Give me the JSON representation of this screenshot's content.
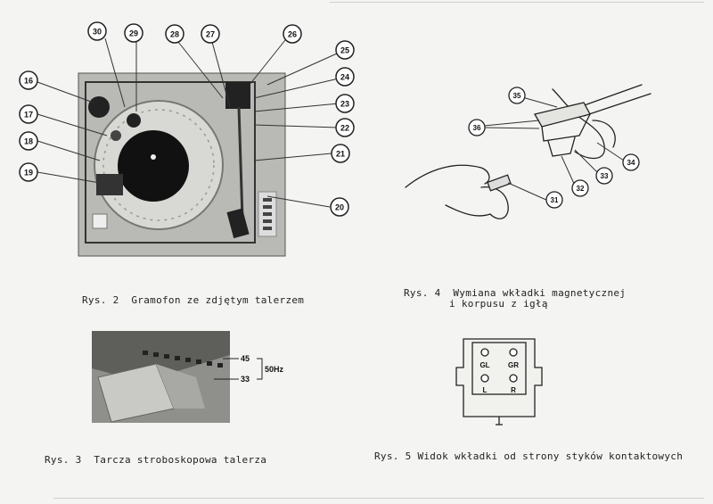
{
  "figures": {
    "rys2": {
      "caption": "Rys. 2  Gramofon ze zdjętym talerzem",
      "callouts": [
        "30",
        "29",
        "28",
        "27",
        "26",
        "25",
        "24",
        "23",
        "22",
        "21",
        "20",
        "16",
        "17",
        "18",
        "19"
      ]
    },
    "rys3": {
      "caption": "Rys. 3  Tarcza stroboskopowa talerza",
      "label_45": "45",
      "label_33": "33",
      "label_hz": "50Hz"
    },
    "rys4": {
      "caption_line1": "Rys. 4  Wymiana wkładki magnetycznej",
      "caption_line2": "i korpusu z igłą",
      "callouts": [
        "35",
        "36",
        "34",
        "33",
        "32",
        "31"
      ]
    },
    "rys5": {
      "caption": "Rys. 5 Widok wkładki od strony styków kontaktowych",
      "pins": [
        "GL",
        "GR",
        "L",
        "R"
      ]
    }
  }
}
